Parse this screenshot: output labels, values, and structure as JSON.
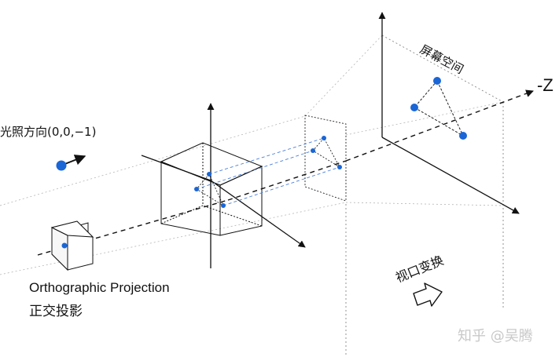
{
  "labels": {
    "light_direction": "光照方向(0,0,−1)",
    "projection_en": "Orthographic Projection",
    "projection_zh": "正交投影",
    "screen_space": "屏幕空间",
    "viewport_transform": "视口变换",
    "axis_neg_z": "-Z",
    "watermark": "知乎 @吴腾"
  },
  "icons": {
    "camera": "camera-icon",
    "light": "light-source-icon",
    "transform_arrow": "hollow-right-arrow-icon"
  },
  "colors": {
    "point": "#1a66d6",
    "projection_dash": "#4a7fd8",
    "line": "#111111",
    "guide": "#9a9a9a",
    "watermark": "#c9c9c9"
  }
}
